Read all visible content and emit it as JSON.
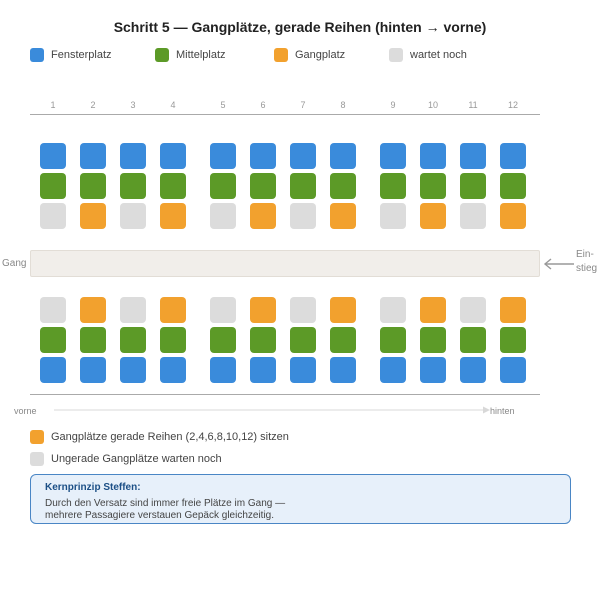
{
  "title": "Schritt 5 — Gangplätze, gerade Reihen (hinten → vorne)",
  "colors": {
    "window": "#3a8bdb",
    "middle": "#5c9a27",
    "aisle": "#f2a12e",
    "waiting": "#dcdcdc",
    "aisle_band": "#f1eeea",
    "info_border": "#4a86c5",
    "info_bg": "#e7f0fa"
  },
  "legend": {
    "window": "Fensterplatz",
    "middle": "Mittelplatz",
    "aisle": "Gangplatz",
    "waiting": "wartet noch"
  },
  "rows": [
    "1",
    "2",
    "3",
    "4",
    "5",
    "6",
    "7",
    "8",
    "9",
    "10",
    "11",
    "12"
  ],
  "seat_states": {
    "upper_window": [
      "window",
      "window",
      "window",
      "window",
      "window",
      "window",
      "window",
      "window",
      "window",
      "window",
      "window",
      "window"
    ],
    "upper_middle": [
      "middle",
      "middle",
      "middle",
      "middle",
      "middle",
      "middle",
      "middle",
      "middle",
      "middle",
      "middle",
      "middle",
      "middle"
    ],
    "upper_aisle": [
      "waiting",
      "aisle",
      "waiting",
      "aisle",
      "waiting",
      "aisle",
      "waiting",
      "aisle",
      "waiting",
      "aisle",
      "waiting",
      "aisle"
    ],
    "lower_aisle": [
      "waiting",
      "aisle",
      "waiting",
      "aisle",
      "waiting",
      "aisle",
      "waiting",
      "aisle",
      "waiting",
      "aisle",
      "waiting",
      "aisle"
    ],
    "lower_middle": [
      "middle",
      "middle",
      "middle",
      "middle",
      "middle",
      "middle",
      "middle",
      "middle",
      "middle",
      "middle",
      "middle",
      "middle"
    ],
    "lower_window": [
      "window",
      "window",
      "window",
      "window",
      "window",
      "window",
      "window",
      "window",
      "window",
      "window",
      "window",
      "window"
    ]
  },
  "aisle_label": "Gang",
  "entry_label_line1": "Ein-",
  "entry_label_line2": "stieg",
  "front_label": "vorne",
  "back_label": "hinten",
  "notes": {
    "seated": "Gangplätze gerade Reihen (2,4,6,8,10,12) sitzen",
    "waiting": "Ungerade Gangplätze warten noch"
  },
  "info": {
    "title": "Kernprinzip Steffen:",
    "line1": "Durch den Versatz sind immer freie Plätze im Gang —",
    "line2": "mehrere Passagiere verstauen Gepäck gleichzeitig."
  }
}
